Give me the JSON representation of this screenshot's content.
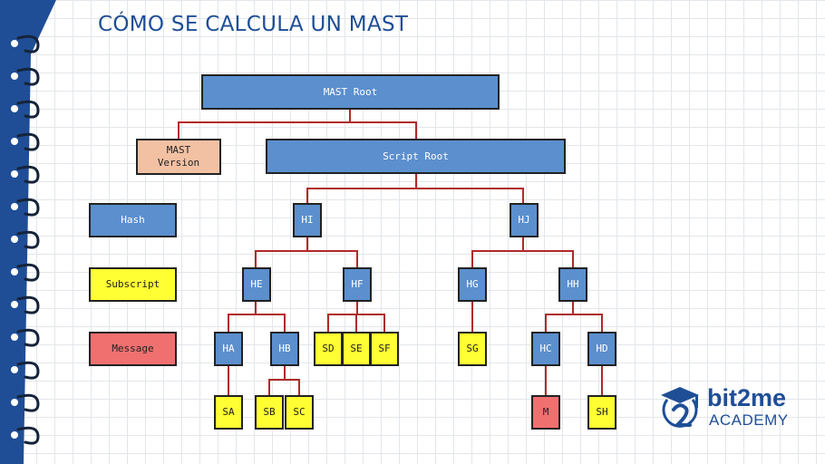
{
  "title": "CÓMO SE CALCULA UN MAST",
  "legend": {
    "hash": "Hash",
    "subscript": "Subscript",
    "message": "Message"
  },
  "tree": {
    "mast_root": "MAST Root",
    "mast_version": "MAST\nVersion",
    "script_root": "Script Root",
    "hi": "HI",
    "hj": "HJ",
    "he": "HE",
    "hf": "HF",
    "hg": "HG",
    "hh": "HH",
    "ha": "HA",
    "hb": "HB",
    "hc": "HC",
    "hd": "HD",
    "sd": "SD",
    "se": "SE",
    "sf": "SF",
    "sg": "SG",
    "sa": "SA",
    "sb": "SB",
    "sc": "SC",
    "m": "M",
    "sh": "SH"
  },
  "logo": {
    "name": "bit2me",
    "sub": "ACADEMY"
  },
  "colors": {
    "hash": "#5b8fce",
    "subscript": "#ffff33",
    "message": "#f07070",
    "version": "#f2c1a3",
    "connector": "#b02a2a",
    "brand": "#1f4e96"
  }
}
